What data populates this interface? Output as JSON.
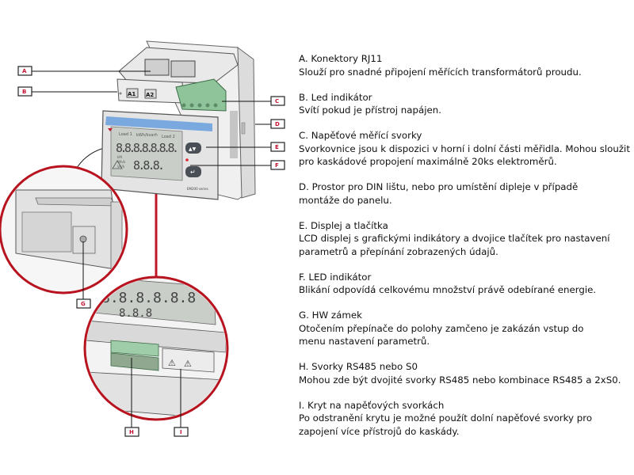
{
  "callouts": [
    "A",
    "B",
    "C",
    "D",
    "E",
    "F",
    "G",
    "H",
    "I"
  ],
  "device": {
    "terminal_labels": [
      "A1",
      "A2"
    ],
    "lcd_top_labels": [
      "Load 1",
      "kWh/kvarh",
      "Load 2"
    ],
    "lcd_digits_top": "8.8.8.8.8.8.8.",
    "lcd_digits_bottom": "8.8.8.",
    "lcd_units": [
      "kM",
      "Wh/k",
      "VA/h"
    ],
    "model_label": "EM200 series"
  },
  "colors": {
    "accent_red": "#c0182b",
    "lcd_blue": "#7aa9e0",
    "terminal_green": "#8fc49a",
    "body_gray": "#e6e6e6"
  },
  "items": [
    {
      "title": "A. Konektory RJ11",
      "desc": "Slouží pro snadné připojení měřících transformátorů proudu."
    },
    {
      "title": "B. Led indikátor",
      "desc": "Svítí pokud je přístroj napájen."
    },
    {
      "title": "C. Napěťové měřící svorky",
      "desc": "Svorkovnice jsou k dispozici v horní i dolní části měřidla. Mohou sloužit\npro kaskádové propojení maximálně 20ks elektroměrů."
    },
    {
      "title": "D. Prostor pro DIN lištu, nebo pro umístění dipleje v případě",
      "desc": "montáže do panelu."
    },
    {
      "title": "E. Displej a tlačítka",
      "desc": "LCD displej s grafickými indikátory a dvojice tlačítek pro nastavení\nparametrů a přepínání zobrazených údajů."
    },
    {
      "title": "F. LED indikátor",
      "desc": "Blikání odpovídá celkovému množství právě odebírané energie."
    },
    {
      "title": "G. HW zámek",
      "desc": "Otočením přepínače do polohy zamčeno je zakázán vstup do\nmenu nastavení parametrů."
    },
    {
      "title": "H. Svorky RS485 nebo S0",
      "desc": "Mohou zde být dvojité svorky RS485 nebo kombinace RS485 a 2xS0."
    },
    {
      "title": "I. Kryt na napěťových svorkách",
      "desc": "Po odstranění krytu je možné použít dolní napěťové svorky pro\nzapojení více přístrojů do kaskády."
    }
  ]
}
